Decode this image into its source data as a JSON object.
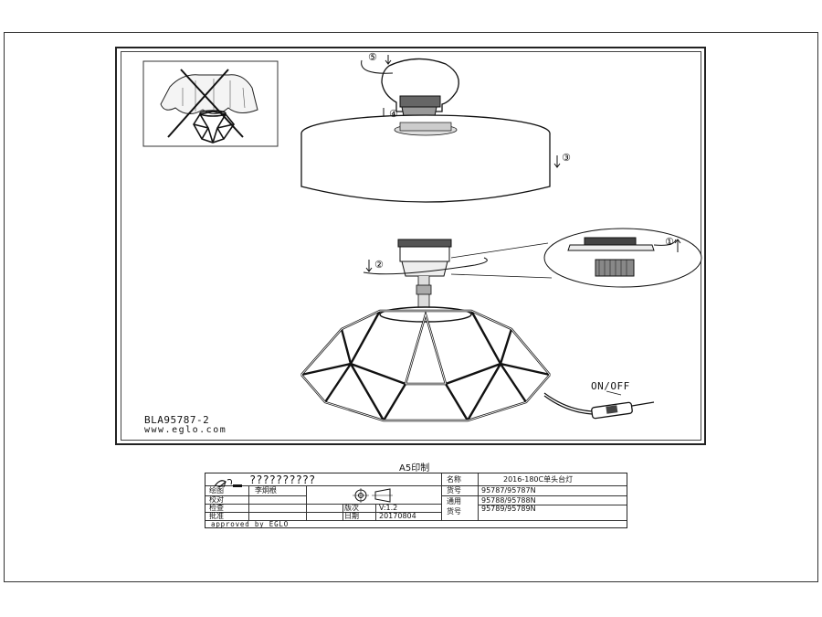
{
  "diagram": {
    "model_code": "BLA95787-2",
    "website": "www.eglo.com",
    "switch_label": "ON/OFF",
    "step_numbers": [
      "①",
      "②",
      "③",
      "④",
      "⑤"
    ],
    "print_size": "A5印制"
  },
  "title_block": {
    "company": "??????????",
    "approved": "approved by EGLO",
    "rows": {
      "drawing_label": "绘图",
      "drawing_name": "李炯根",
      "check_label": "校对",
      "review_label": "检查",
      "approve_label": "批准",
      "version_label": "版次",
      "version_value": "V:1.2",
      "date_label": "日期",
      "date_value": "20170804",
      "name_label": "名称",
      "name_value": "2016-180C单头台灯",
      "model_label": "货号",
      "model_value": "95787/95787N",
      "applicable_label_1": "通用",
      "applicable_label_2": "货号",
      "applicable_value_1": "95788/95788N",
      "applicable_value_2": "95789/95789N"
    }
  }
}
